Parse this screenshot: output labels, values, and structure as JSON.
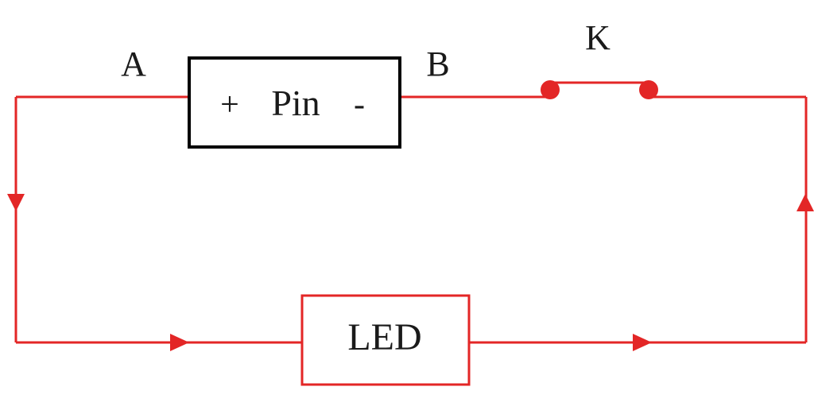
{
  "labels": {
    "node_a": "A",
    "node_b": "B",
    "switch_k": "K"
  },
  "components": {
    "battery": {
      "plus": "+",
      "name": "Pin",
      "minus": "-"
    },
    "led": {
      "name": "LED"
    }
  },
  "colors": {
    "wire": "#e32626",
    "battery_border": "#000000",
    "text": "#1a1a1a"
  },
  "icons": {
    "current_direction": "triangle-arrow-icon",
    "switch_terminal": "dot-icon"
  }
}
